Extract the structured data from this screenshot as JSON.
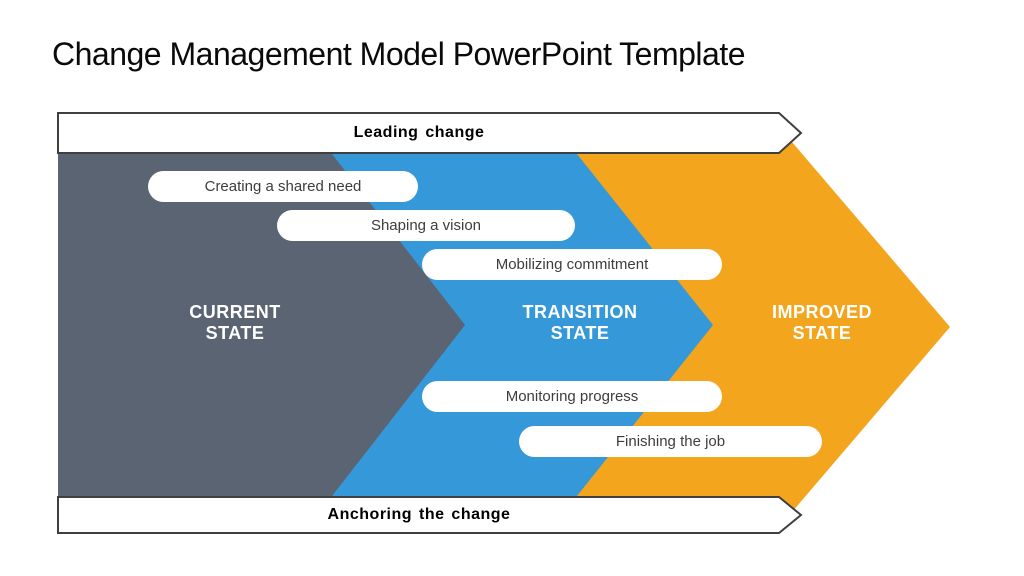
{
  "title": "Change Management Model PowerPoint Template",
  "banners": {
    "top": "Leading change",
    "bottom": "Anchoring the change"
  },
  "stages": [
    {
      "name": "current",
      "label": "CURRENT\nSTATE"
    },
    {
      "name": "transition",
      "label": "TRANSITION\nSTATE"
    },
    {
      "name": "improved",
      "label": "IMPROVED\nSTATE"
    }
  ],
  "steps": [
    "Creating a shared need",
    "Shaping a vision",
    "Mobilizing commitment",
    "Monitoring progress",
    "Finishing the job"
  ],
  "colors": {
    "current_state": "#5a6472",
    "transition_state": "#3598d8",
    "improved_state": "#f2a51d",
    "banner_fill": "#ffffff",
    "banner_border": "#3f3f3f",
    "pill_text": "#3d3d3d"
  }
}
